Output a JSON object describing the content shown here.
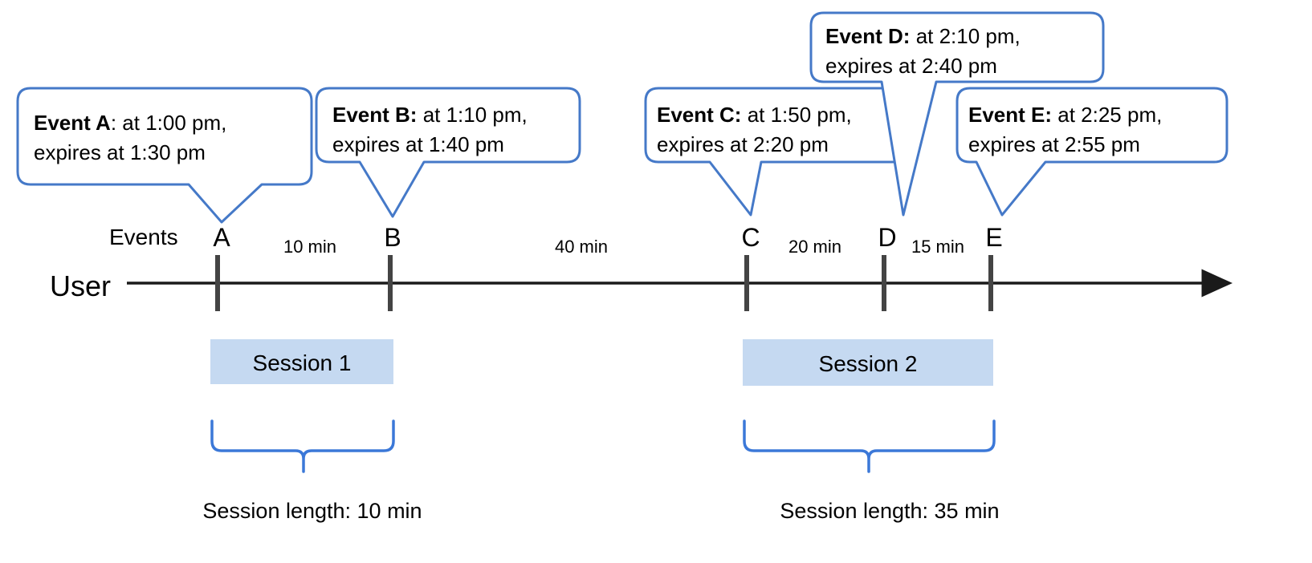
{
  "colors": {
    "callout_border": "#4579c8",
    "callout_fill": "#ffffff",
    "session_fill": "#c5d9f1",
    "brace": "#3b78d8",
    "axis": "#333333",
    "marker": "#444444",
    "text": "#000000",
    "background": "#ffffff"
  },
  "timeline": {
    "row_label": "User",
    "events_row_label": "Events"
  },
  "events": [
    {
      "id": "a",
      "letter": "A",
      "lead": "Event A",
      "separator": ":",
      "line1_rest": " at 1:00 pm,",
      "line2": "expires at 1:30 pm",
      "time": "1:00 pm",
      "expires": "1:30 pm"
    },
    {
      "id": "b",
      "letter": "B",
      "lead": "Event B:",
      "separator": "",
      "line1_rest": " at 1:10 pm,",
      "line2": "expires at 1:40 pm",
      "time": "1:10 pm",
      "expires": "1:40 pm"
    },
    {
      "id": "c",
      "letter": "C",
      "lead": "Event C:",
      "separator": "",
      "line1_rest": " at 1:50 pm,",
      "line2": "expires at 2:20 pm",
      "time": "1:50 pm",
      "expires": "2:20 pm"
    },
    {
      "id": "d",
      "letter": "D",
      "lead": "Event D:",
      "separator": "",
      "line1_rest": " at 2:10 pm,",
      "line2": "expires at 2:40 pm",
      "time": "2:10 pm",
      "expires": "2:40 pm"
    },
    {
      "id": "e",
      "letter": "E",
      "lead": "Event E:",
      "separator": "",
      "line1_rest": " at 2:25 pm,",
      "line2": "expires at 2:55 pm",
      "time": "2:25 pm",
      "expires": "2:55 pm"
    }
  ],
  "gaps": [
    {
      "id": "ab",
      "label": "10 min",
      "from": "A",
      "to": "B"
    },
    {
      "id": "bc",
      "label": "40 min",
      "from": "B",
      "to": "C"
    },
    {
      "id": "cd",
      "label": "20 min",
      "from": "C",
      "to": "D"
    },
    {
      "id": "de",
      "label": "15 min",
      "from": "D",
      "to": "E"
    }
  ],
  "sessions": [
    {
      "id": "1",
      "label": "Session 1",
      "caption": "Session length: 10 min",
      "length": "10 min"
    },
    {
      "id": "2",
      "label": "Session 2",
      "caption": "Session length: 35 min",
      "length": "35 min"
    }
  ]
}
